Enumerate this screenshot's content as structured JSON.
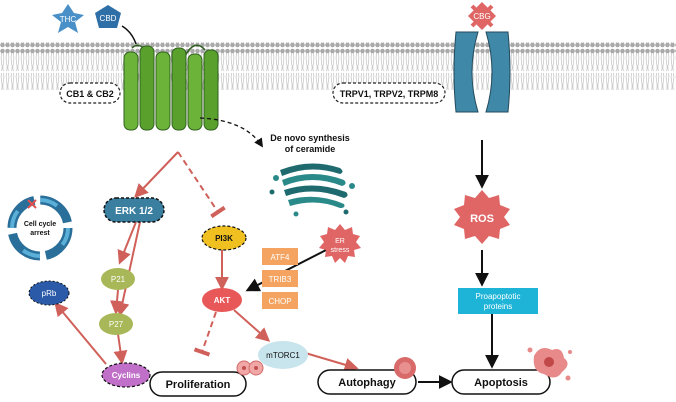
{
  "ligands": {
    "thc": "THC",
    "cbd": "CBD",
    "cbg": "CBG"
  },
  "receptors": {
    "cb": "CB1 & CB2",
    "trp": "TRPV1, TRPV2, TRPM8"
  },
  "ceramide": {
    "line1": "De novo synthesis",
    "line2": "of ceramide"
  },
  "nodes": {
    "erk": "ERK 1/2",
    "p21": "P21",
    "p27": "P27",
    "prb": "pRb",
    "cyclins": "Cyclins",
    "cell_cycle_line1": "Cell cycle",
    "cell_cycle_line2": "arrest",
    "pi3k": "PI3K",
    "akt": "AKT",
    "mtorc1": "mTORC1",
    "atf4": "ATF4",
    "trib3": "TRIB3",
    "chop": "CHOP",
    "er_line1": "ER",
    "er_line2": "stress",
    "ros": "ROS",
    "pro_line1": "Proapoptotic",
    "pro_line2": "proteins"
  },
  "outcomes": {
    "proliferation": "Proliferation",
    "autophagy": "Autophagy",
    "apoptosis": "Apoptosis"
  },
  "colors": {
    "arrow_red": "#d0605a",
    "membrane_gray": "#a6a6a6",
    "receptor_green": "#6cb33a",
    "channel_blue": "#3f88a8",
    "ligand_blue": "#4a90c8",
    "ros_red": "#e06666",
    "akt_red": "#e85858",
    "atf_orange": "#f4a460",
    "p_green": "#a8b858",
    "cyclin_purple": "#c070c8",
    "pi3k_yellow": "#f0c020",
    "erk_teal": "#3a7ea0",
    "pro_cyan": "#1eb4d8"
  }
}
